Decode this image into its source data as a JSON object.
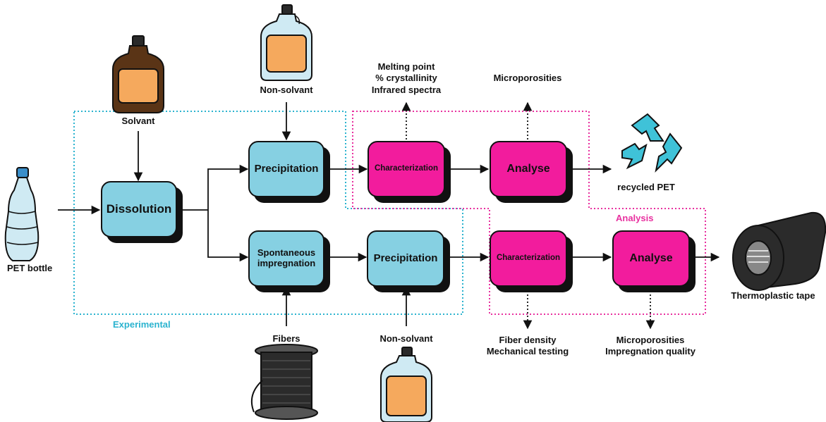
{
  "inputs": {
    "pet_bottle": "PET bottle",
    "solvant": "Solvant",
    "non_solvant_top": "Non-solvant",
    "non_solvant_bottom": "Non-solvant",
    "fibers": "Fibers"
  },
  "processes": {
    "dissolution": "Dissolution",
    "precipitation_top": "Precipitation",
    "spontaneous_impregnation": "Spontaneous impregnation",
    "precipitation_bottom": "Precipitation"
  },
  "analysis": {
    "characterization_top": "Characterization",
    "analyse_top": "Analyse",
    "characterization_bottom": "Characterization",
    "analyse_bottom": "Analyse"
  },
  "outputs_measured": {
    "char_top_lines": [
      "Melting point",
      "% crystallinity",
      "Infrared spectra"
    ],
    "analyse_top_lines": [
      "Microporosities"
    ],
    "char_bottom_lines": [
      "Fiber density",
      "Mechanical testing"
    ],
    "analyse_bottom_lines": [
      "Microporosities",
      "Impregnation quality"
    ]
  },
  "products": {
    "recycled_pet": "recycled PET",
    "thermoplastic_tape": "Thermoplastic tape"
  },
  "regions": {
    "experimental": "Experimental",
    "analysis": "Analysis"
  },
  "colors": {
    "process_fill": "#86d0e2",
    "analysis_fill": "#f21c9d",
    "experimental_border": "#2bb3cf",
    "analysis_border": "#e8309f",
    "recycle_symbol": "#3fc2d8"
  }
}
